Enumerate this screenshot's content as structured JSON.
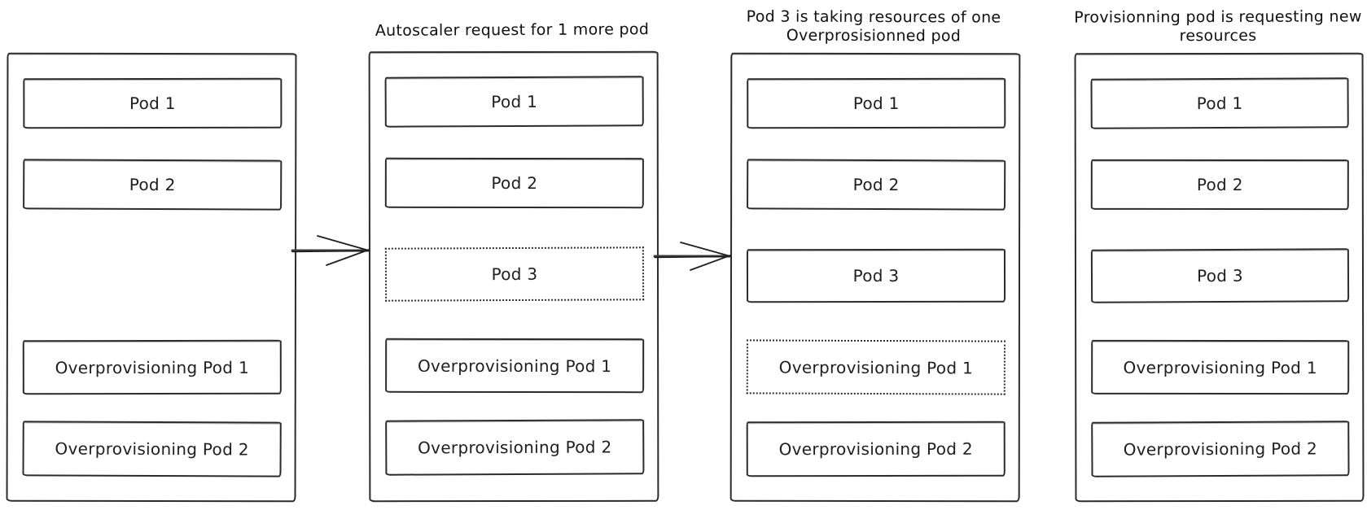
{
  "colors": {
    "stroke": "#1e1e1e",
    "background": "#ffffff"
  },
  "panels": [
    {
      "id": "initial-state",
      "title_lines": [],
      "pods": [
        {
          "label": "Pod 1",
          "border": "solid"
        },
        {
          "label": "Pod 2",
          "border": "solid"
        },
        {
          "label": "Overprovisioning Pod 1",
          "border": "solid"
        },
        {
          "label": "Overprovisioning Pod 2",
          "border": "solid"
        }
      ]
    },
    {
      "id": "autoscaler-request",
      "title_lines": [
        "Autoscaler request for 1 more pod"
      ],
      "pods": [
        {
          "label": "Pod 1",
          "border": "solid"
        },
        {
          "label": "Pod 2",
          "border": "solid"
        },
        {
          "label": "Pod 3",
          "border": "dotted"
        },
        {
          "label": "Overprovisioning Pod 1",
          "border": "solid"
        },
        {
          "label": "Overprovisioning Pod 2",
          "border": "solid"
        }
      ]
    },
    {
      "id": "pod3-taking-resources",
      "title_lines": [
        "Pod 3 is taking resources of one",
        "Overprosisionned pod"
      ],
      "pods": [
        {
          "label": "Pod 1",
          "border": "solid"
        },
        {
          "label": "Pod 2",
          "border": "solid"
        },
        {
          "label": "Pod 3",
          "border": "solid"
        },
        {
          "label": "Overprovisioning Pod 1",
          "border": "dotted"
        },
        {
          "label": "Overprovisioning Pod 2",
          "border": "solid"
        }
      ]
    },
    {
      "id": "provisioning-requesting",
      "title_lines": [
        "Provisionning pod is requesting new",
        "resources"
      ],
      "pods": [
        {
          "label": "Pod 1",
          "border": "solid"
        },
        {
          "label": "Pod 2",
          "border": "solid"
        },
        {
          "label": "Pod 3",
          "border": "solid"
        },
        {
          "label": "Overprovisioning Pod 1",
          "border": "solid"
        },
        {
          "label": "Overprovisioning Pod 2",
          "border": "solid"
        }
      ]
    }
  ],
  "arrows": [
    {
      "from": "initial-state",
      "to": "autoscaler-request",
      "direction": "right"
    },
    {
      "from": "autoscaler-request",
      "to": "pod3-taking-resources",
      "direction": "right"
    }
  ]
}
